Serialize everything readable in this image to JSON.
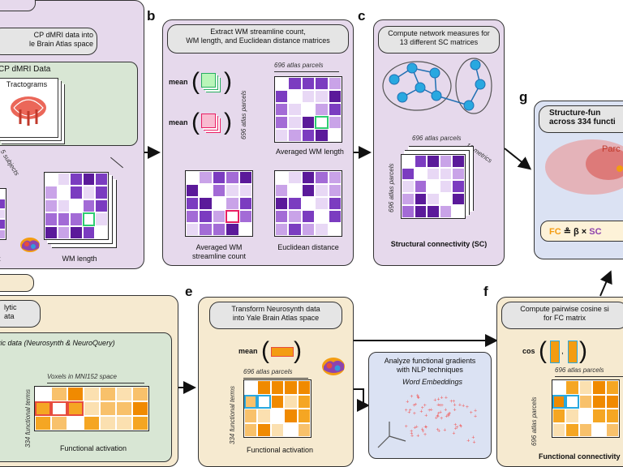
{
  "panels": {
    "a": {
      "title_line1": "CP dMRI data into",
      "title_line2": "le Brain Atlas space",
      "inner_title": "CP dMRI Data",
      "card_label": "Tractograms",
      "subjects": "5 subjects",
      "cap_left": "t",
      "cap_right": "WM length"
    },
    "b": {
      "letter": "b",
      "title_line1": "Extract WM streamline count,",
      "title_line2": "WM length, and Euclidean distance matrices",
      "mean1": "mean",
      "mean2": "mean",
      "parcels_top": "696 atlas parcels",
      "parcels_side": "696 atlas parcels",
      "cap_avg_length": "Averaged WM length",
      "cap_count_line1": "Averaged WM",
      "cap_count_line2": "streamline count",
      "cap_euclid": "Euclidean distance"
    },
    "c": {
      "letter": "c",
      "title_line1": "Compute network measures for",
      "title_line2": "13 different SC matrices",
      "parcels_top": "696 atlas parcels",
      "metrics": "13 metrics",
      "parcels_side": "696 atlas parcels",
      "cap": "Structural connectivity (SC)"
    },
    "g": {
      "letter": "g",
      "title_line1": "Structure-fun",
      "title_line2": "across 334 functi",
      "parcel_label": "Parc",
      "formula_fc": "FC",
      "formula_mid": " ≗ β × ",
      "formula_sc": "SC"
    },
    "d": {
      "title_line1": "lytic",
      "title_line2": "ata",
      "inner_title": "tic data (Neurosynth & NeuroQuery)",
      "voxels": "Voxels in MNI152 space",
      "terms": "334 functional terms",
      "cap": "Functional activation"
    },
    "e": {
      "letter": "e",
      "title_line1": "Transform Neurosynth data",
      "title_line2": "into Yale Brain Atlas space",
      "mean": "mean",
      "parcels_top": "696 atlas parcels",
      "terms": "334 functional terms",
      "cap": "Functional activation"
    },
    "nlp": {
      "title_line1": "Analyze functional gradients",
      "title_line2": "with NLP techniques",
      "sub": "Word Embeddings"
    },
    "f": {
      "letter": "f",
      "title_line1": "Compute pairwise cosine si",
      "title_line2": "for FC matrix",
      "cos": "cos",
      "parcels_top": "696 atlas parcels",
      "parcels_side": "696 atlas parcels",
      "cap": "Functional connectivity"
    }
  },
  "colors": {
    "purple_panel": "#e6d9ec",
    "tan_panel": "#f6ead0",
    "blue_panel": "#dbe2f3",
    "green_box": "#d8e6d4",
    "violet": "#8a2be2",
    "orange": "#f39c12",
    "cyan": "#29a8e0",
    "red": "#e74c3c"
  }
}
